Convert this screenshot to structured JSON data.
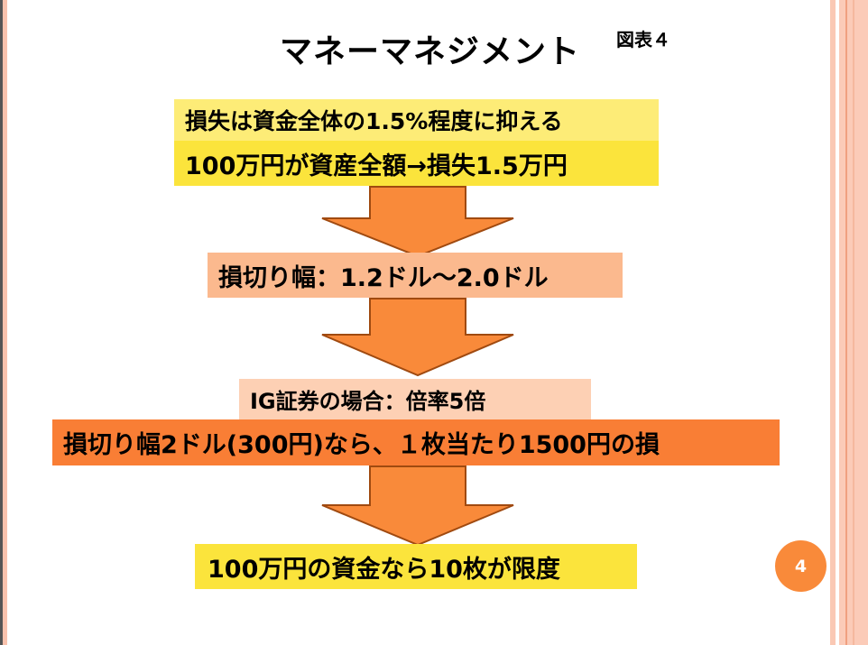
{
  "title": "マネーマネジメント",
  "figure_label": "図表４",
  "boxes": {
    "rule": "損失は資金全体の1.5%程度に抑える",
    "example": "100万円が資産全額→損失1.5万円",
    "stop_range": "損切り幅：1.2ドル～2.0ドル",
    "broker": "IG証券の場合：倍率5倍",
    "loss_per_lot": "損切り幅2ドル(300円)なら、１枚当たり1500円の損",
    "limit": "100万円の資金なら10枚が限度"
  },
  "page_number": "4",
  "colors": {
    "arrow": "#f98a3a",
    "accent": "#f97e35",
    "yellow": "#fbe43c"
  }
}
